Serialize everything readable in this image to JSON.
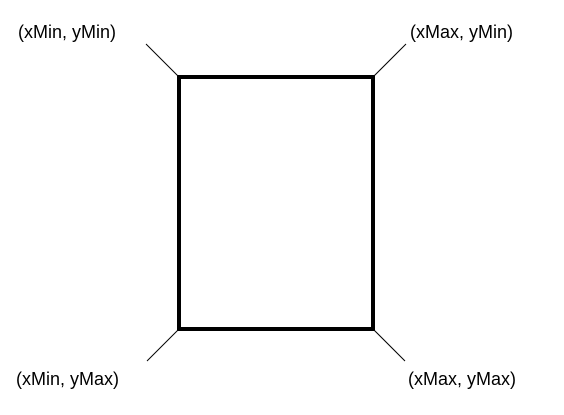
{
  "corners": {
    "top_left": "(xMin, yMin)",
    "top_right": "(xMax, yMin)",
    "bottom_left": "(xMin, yMax)",
    "bottom_right": "(xMax, yMax)"
  },
  "colors": {
    "stroke": "#000000",
    "background": "#ffffff"
  }
}
